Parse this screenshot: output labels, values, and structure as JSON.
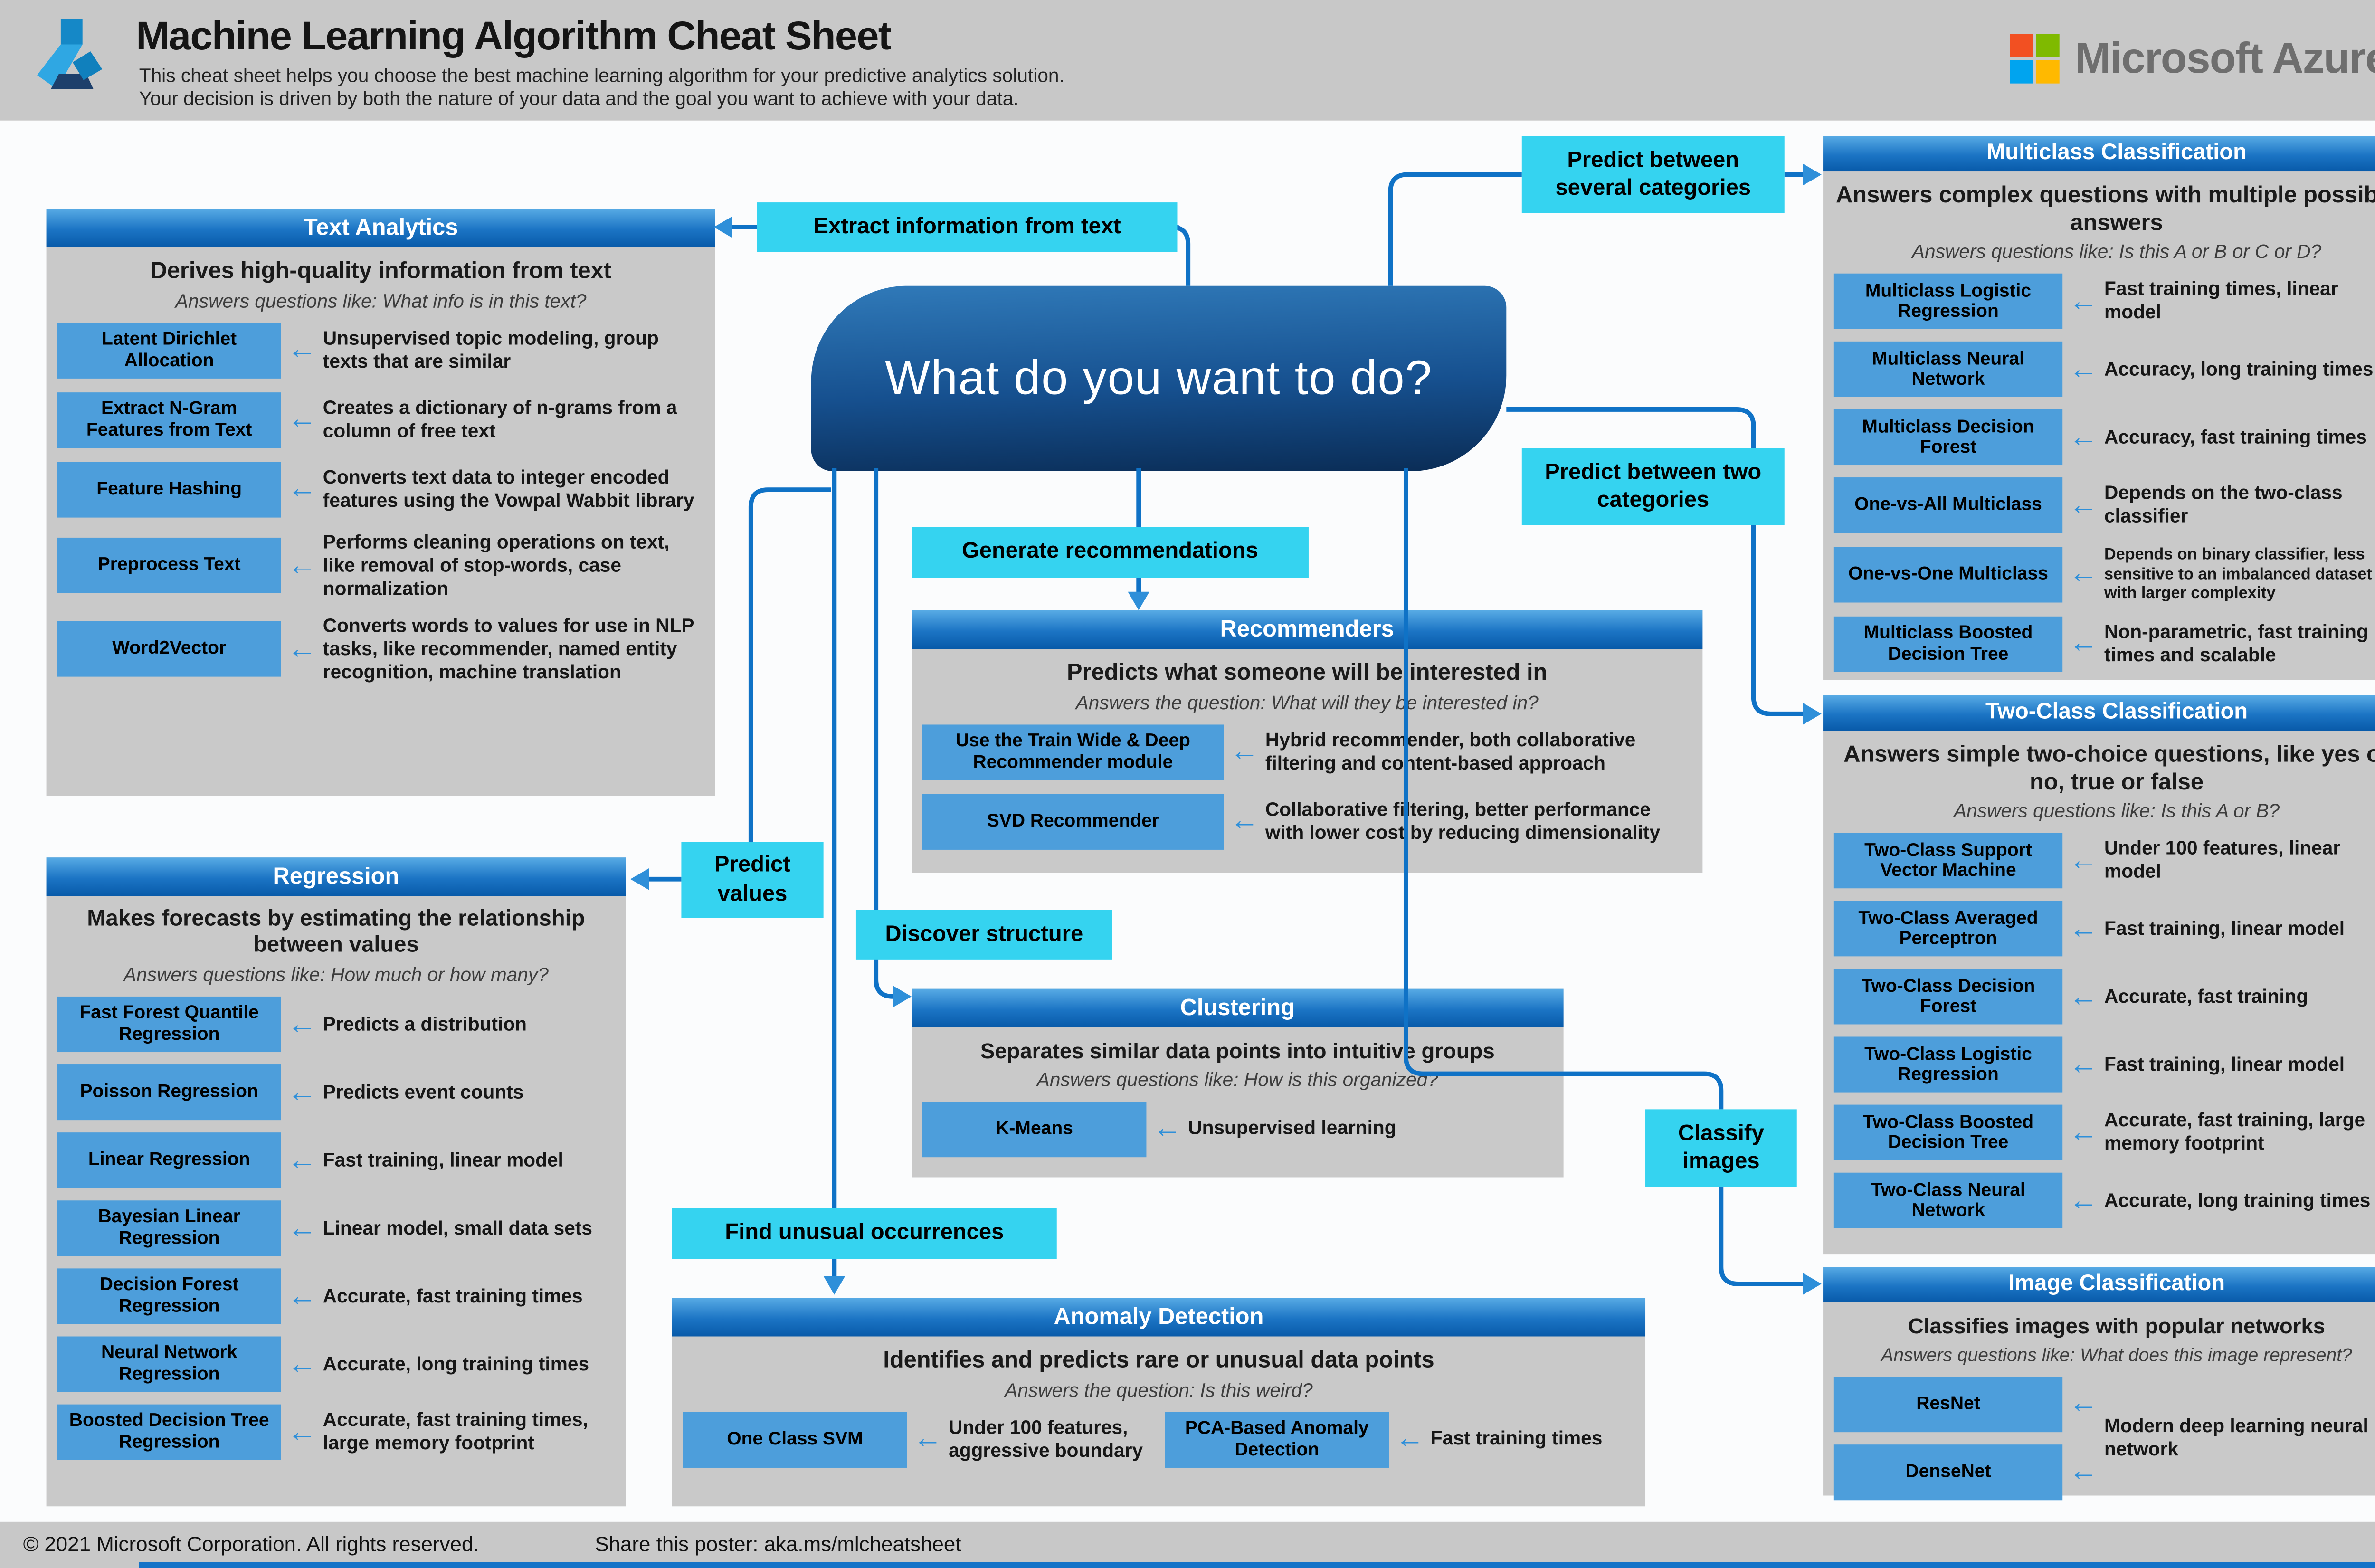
{
  "header": {
    "title": "Machine Learning Algorithm Cheat Sheet",
    "subtitle_line1": "This cheat sheet helps you choose the best machine learning algorithm for your predictive analytics solution.",
    "subtitle_line2": "Your decision is driven by both the nature of your data and the goal you want to achieve with your data.",
    "brand": "Microsoft Azure"
  },
  "center": {
    "question": "What do you want to do?"
  },
  "decision_labels": {
    "extract_text": "Extract information from text",
    "predict_several": "Predict between several categories",
    "predict_two": "Predict between two categories",
    "generate_recommendations": "Generate recommendations",
    "discover_structure": "Discover structure",
    "predict_values": "Predict values",
    "find_unusual": "Find unusual occurrences",
    "classify_images": "Classify images"
  },
  "panels": [
    {
      "title": "Text Analytics",
      "description": "Derives high-quality information from text",
      "question": "Answers questions like: What info is in this text?",
      "rows": [
        {
          "algorithm": "Latent Dirichlet Allocation",
          "note": "Unsupervised topic modeling, group texts that are similar"
        },
        {
          "algorithm": "Extract N-Gram Features from Text",
          "note": "Creates a dictionary of n-grams from a column of free text"
        },
        {
          "algorithm": "Feature Hashing",
          "note": "Converts text data to integer encoded features using the Vowpal Wabbit library"
        },
        {
          "algorithm": "Preprocess Text",
          "note": "Performs cleaning operations on text, like removal of stop-words, case normalization"
        },
        {
          "algorithm": "Word2Vector",
          "note": "Converts words to values for use in NLP tasks, like recommender, named entity recognition, machine translation"
        }
      ]
    },
    {
      "title": "Regression",
      "description": "Makes forecasts by estimating the relationship between values",
      "question": "Answers questions like: How much or how many?",
      "rows": [
        {
          "algorithm": "Fast Forest Quantile Regression",
          "note": "Predicts a distribution"
        },
        {
          "algorithm": "Poisson Regression",
          "note": "Predicts event counts"
        },
        {
          "algorithm": "Linear Regression",
          "note": "Fast training, linear model"
        },
        {
          "algorithm": "Bayesian Linear Regression",
          "note": "Linear model, small data sets"
        },
        {
          "algorithm": "Decision Forest Regression",
          "note": "Accurate, fast training times"
        },
        {
          "algorithm": "Neural Network Regression",
          "note": "Accurate, long training times"
        },
        {
          "algorithm": "Boosted Decision Tree Regression",
          "note": "Accurate, fast training times, large memory footprint"
        }
      ]
    },
    {
      "title": "Recommenders",
      "description": "Predicts what someone will be interested in",
      "question": "Answers the question: What will they be interested in?",
      "rows": [
        {
          "algorithm": "Use the Train Wide & Deep Recommender module",
          "note": "Hybrid recommender, both collaborative filtering and content-based approach"
        },
        {
          "algorithm": "SVD Recommender",
          "note": "Collaborative filtering, better performance with lower cost by reducing dimensionality"
        }
      ]
    },
    {
      "title": "Clustering",
      "description": "Separates similar data points into intuitive groups",
      "question": "Answers questions like: How is this organized?",
      "rows": [
        {
          "algorithm": "K-Means",
          "note": "Unsupervised learning"
        }
      ]
    },
    {
      "title": "Anomaly Detection",
      "description": "Identifies and predicts rare or unusual data points",
      "question": "Answers the question: Is this weird?",
      "rows": [
        {
          "algorithm": "One Class SVM",
          "note": "Under 100 features, aggressive boundary"
        },
        {
          "algorithm": "PCA-Based Anomaly Detection",
          "note": "Fast training times"
        }
      ]
    },
    {
      "title": "Multiclass Classification",
      "description": "Answers complex questions with multiple possible answers",
      "question": "Answers questions like: Is this A or B or C or D?",
      "rows": [
        {
          "algorithm": "Multiclass Logistic Regression",
          "note": "Fast training times, linear model"
        },
        {
          "algorithm": "Multiclass Neural Network",
          "note": "Accuracy, long training times"
        },
        {
          "algorithm": "Multiclass Decision Forest",
          "note": "Accuracy, fast training times"
        },
        {
          "algorithm": "One-vs-All Multiclass",
          "note": "Depends on the two-class classifier"
        },
        {
          "algorithm": "One-vs-One Multiclass",
          "note": "Depends on binary classifier, less sensitive to an imbalanced dataset with larger complexity"
        },
        {
          "algorithm": "Multiclass Boosted Decision Tree",
          "note": "Non-parametric, fast training times and scalable"
        }
      ]
    },
    {
      "title": "Two-Class Classification",
      "description": "Answers simple two-choice questions, like yes or no, true or false",
      "question": "Answers questions like: Is this A or B?",
      "rows": [
        {
          "algorithm": "Two-Class Support Vector Machine",
          "note": "Under 100 features, linear model"
        },
        {
          "algorithm": "Two-Class Averaged Perceptron",
          "note": "Fast training, linear model"
        },
        {
          "algorithm": "Two-Class Decision Forest",
          "note": "Accurate, fast training"
        },
        {
          "algorithm": "Two-Class Logistic Regression",
          "note": "Fast training, linear model"
        },
        {
          "algorithm": "Two-Class Boosted Decision Tree",
          "note": "Accurate, fast training, large memory footprint"
        },
        {
          "algorithm": "Two-Class Neural Network",
          "note": "Accurate, long training times"
        }
      ]
    },
    {
      "title": "Image Classification",
      "description": "Classifies images with popular networks",
      "question": "Answers questions like: What does this image represent?",
      "shared_note": "Modern deep learning neural network",
      "rows": [
        {
          "algorithm": "ResNet"
        },
        {
          "algorithm": "DenseNet"
        }
      ]
    }
  ],
  "icons": {
    "left_arrow": "←"
  },
  "footer": {
    "copyright": "© 2021 Microsoft Corporation. All rights reserved.",
    "share": "Share this poster: aka.ms/mlcheatsheet"
  },
  "colors": {
    "accent_blue": "#1b74c4",
    "connector_blue": "#0f72c6",
    "chip_blue": "#4d9edb",
    "cyan_label": "#35d3f0",
    "panel_gray": "#c9c9c9",
    "center_gradient_top": "#307ab9",
    "center_gradient_bottom": "#0a2c55",
    "ms_red": "#f25022",
    "ms_green": "#7fba00",
    "ms_blue": "#00a4ef",
    "ms_yellow": "#ffb900"
  }
}
